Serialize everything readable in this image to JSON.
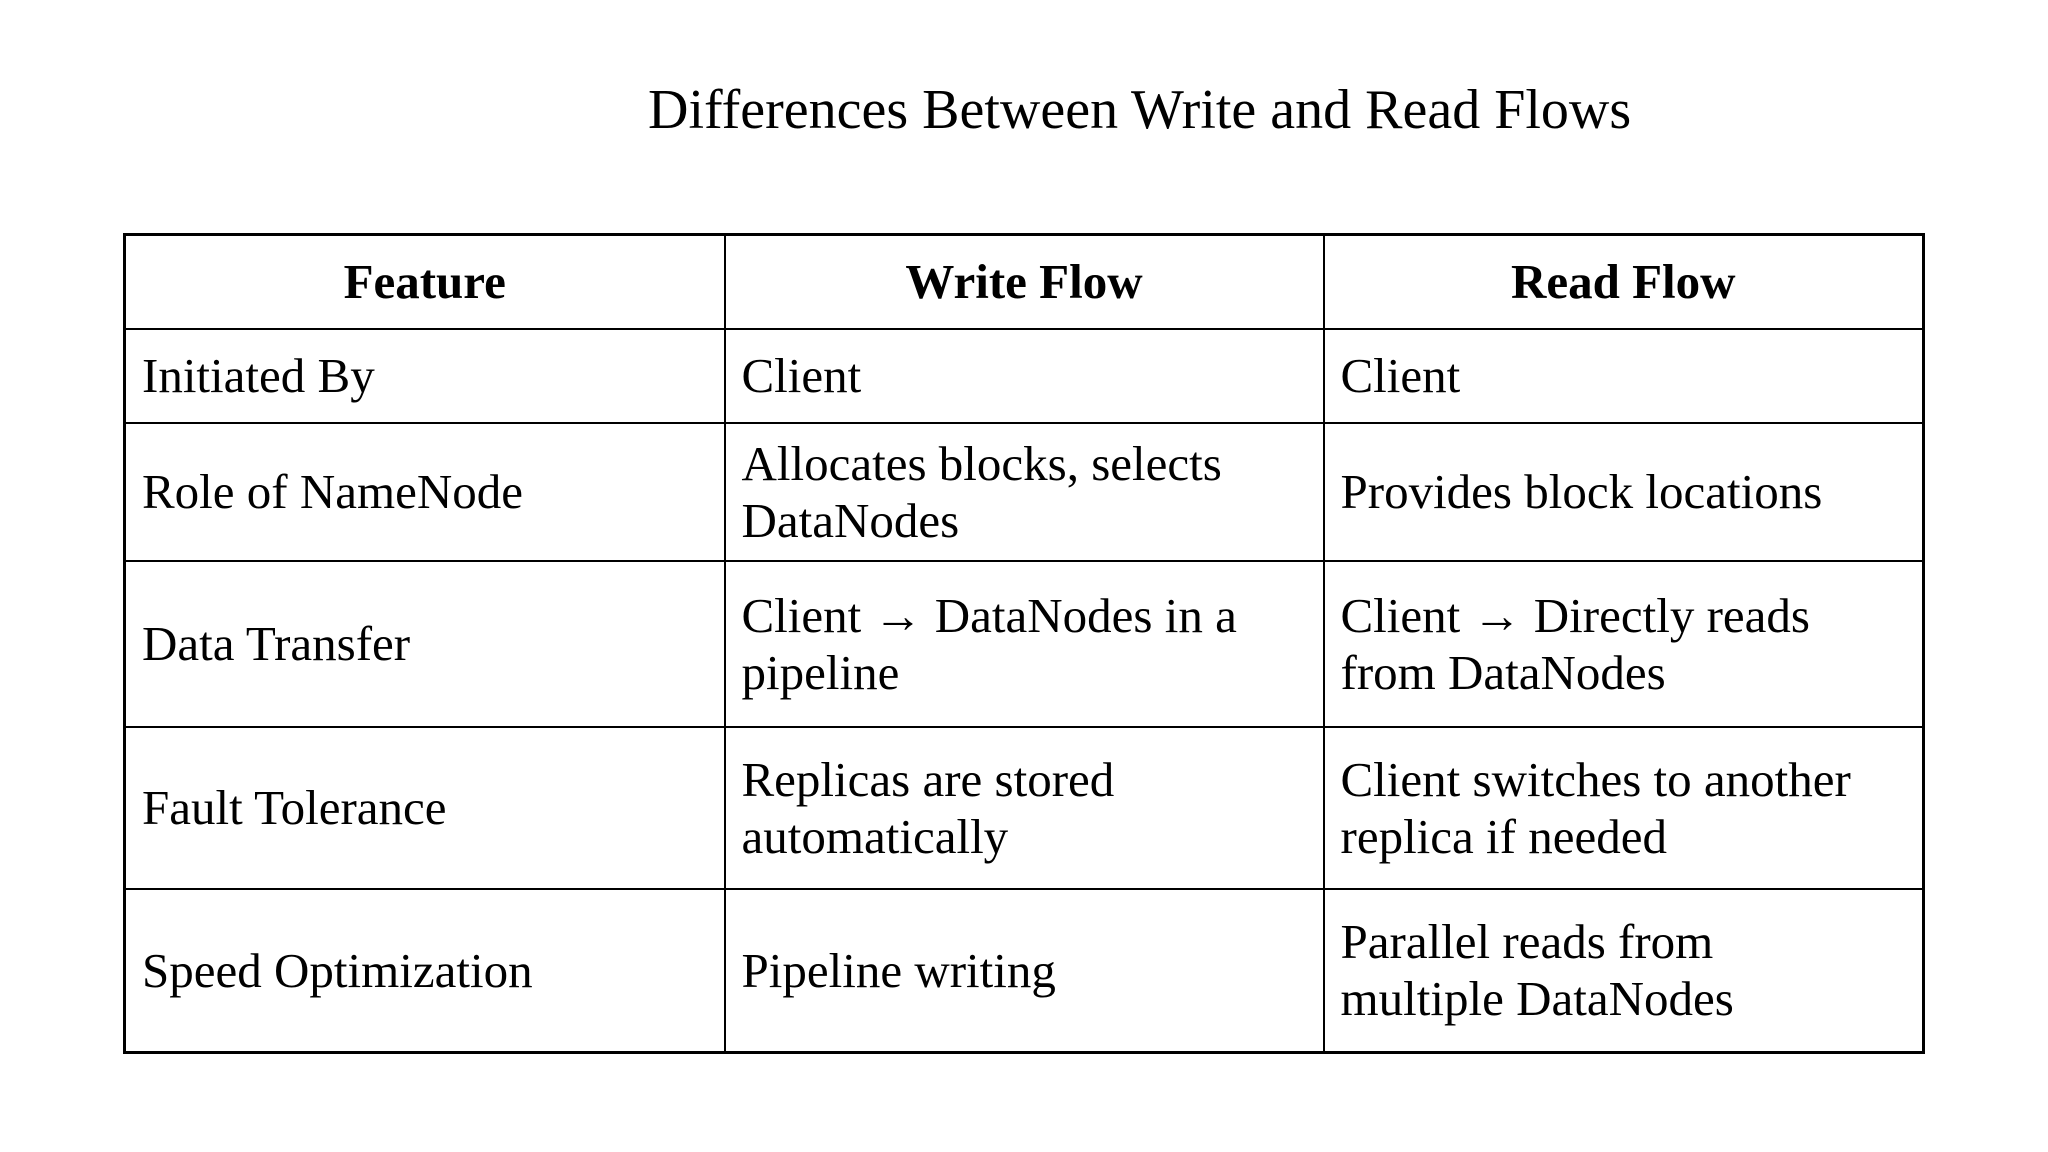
{
  "title": "Differences Between Write and Read Flows",
  "table": {
    "headers": [
      "Feature",
      "Write Flow",
      "Read Flow"
    ],
    "rows": [
      {
        "feature": "Initiated By",
        "write_flow": "Client",
        "read_flow": "Client"
      },
      {
        "feature": "Role of NameNode",
        "write_flow": "Allocates blocks, selects\nDataNodes",
        "read_flow": "Provides block locations"
      },
      {
        "feature": "Data Transfer",
        "write_flow": "Client → DataNodes in a\npipeline",
        "read_flow": "Client → Directly reads\nfrom DataNodes"
      },
      {
        "feature": "Fault Tolerance",
        "write_flow": "Replicas are stored\nautomatically",
        "read_flow": "Client switches to another\nreplica if needed"
      },
      {
        "feature": "Speed Optimization",
        "write_flow": "Pipeline writing",
        "read_flow": "Parallel reads from\nmultiple DataNodes"
      }
    ]
  },
  "colors": {
    "background": "#ffffff",
    "text": "#000000",
    "border": "#000000"
  }
}
